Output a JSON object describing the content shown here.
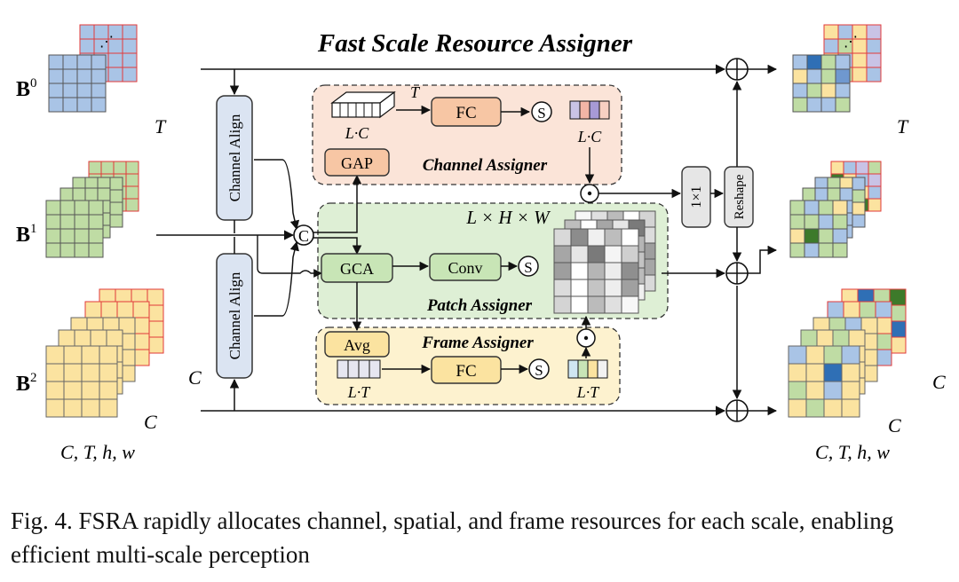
{
  "title": "Fast Scale Resource Assigner",
  "inputs": [
    {
      "label": "B",
      "sup": "0"
    },
    {
      "label": "B",
      "sup": "1"
    },
    {
      "label": "B",
      "sup": "2"
    }
  ],
  "dims_left": "C, T, h, w",
  "dims_right": "C, T, h, w",
  "stack_labels": {
    "t": "T",
    "c": "C"
  },
  "channel_align_label": "Channel Align",
  "concat_symbol": "C",
  "sigmoid_symbol": "S",
  "channel_assigner": {
    "title": "Channel Assigner",
    "gap_label": "GAP",
    "fc_label": "FC",
    "t_label": "T",
    "lc_left": "L·C",
    "lc_right": "L·C"
  },
  "patch_assigner": {
    "title": "Patch Assigner",
    "gca_label": "GCA",
    "conv_label": "Conv",
    "dims": "L × H × W"
  },
  "frame_assigner": {
    "title": "Frame Assigner",
    "avg_label": "Avg",
    "fc_label": "FC",
    "lt_left": "L·T",
    "lt_right": "L·T"
  },
  "conv1x1_label": "1×1",
  "reshape_label": "Reshape",
  "caption": {
    "prefix": "Fig. 4.",
    "text": "FSRA rapidly allocates channel, spatial, and frame resources for each scale, enabling efficient multi-scale perception"
  },
  "colors": {
    "grid_blue": "#a9c4e6",
    "grid_green": "#bfdca4",
    "grid_yellow": "#fbe3a0",
    "grid_red_line": "#e23a3a",
    "channel_bg": "#fbe4d8",
    "patch_bg": "#deefd5",
    "frame_bg": "#fdf2cf",
    "fc_orange": "#f7c6a4",
    "fc_yellow": "#fbe3a0",
    "gca_green": "#c8e5b6",
    "align_blue": "#dbe4f2"
  }
}
